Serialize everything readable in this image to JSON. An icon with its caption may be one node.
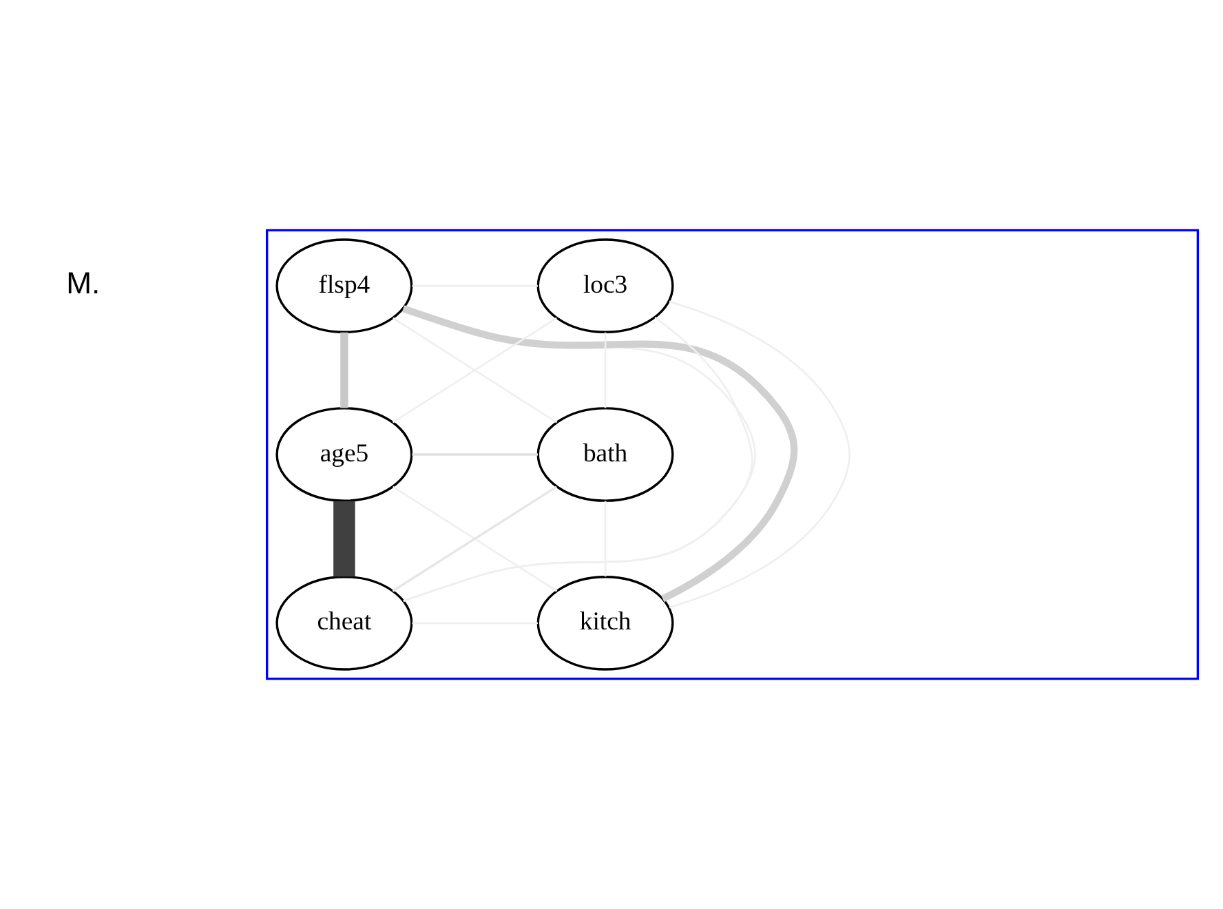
{
  "diagram": {
    "nodes": [
      {
        "text": [],
        "shape": "box"
      },
      {
        "text": [
          "flsp4"
        ],
        "in": 0
      },
      {
        "text": [
          "loc3"
        ],
        "in": 0
      },
      {
        "text": [
          "age5"
        ],
        "in": 0
      },
      {
        "text": [
          "bath"
        ],
        "in": 0
      },
      {
        "text": [
          "cheat"
        ],
        "in": 0
      },
      {
        "text": [
          "kitch"
        ],
        "in": 0
      }
    ],
    "edges": [
      {
        "from": 1,
        "to": 2,
        "arrow": "none"
      },
      {
        "from": 1,
        "to": 3,
        "arrow": "none",
        "style": "thick",
        "color": "#c8c8c8"
      },
      {
        "from": 1,
        "to": 4,
        "arrow": "none"
      },
      {
        "from": 1,
        "to": 5,
        "arrow": "none"
      },
      {
        "from": 1,
        "to": 6,
        "arrow": "none",
        "style": "thick",
        "color": "#d0d0d0"
      },
      {
        "from": 2,
        "to": 3,
        "arrow": "none"
      },
      {
        "from": 2,
        "to": 4,
        "arrow": "none"
      },
      {
        "from": 2,
        "to": 5,
        "arrow": "none"
      },
      {
        "from": 2,
        "to": 6,
        "arrow": "none"
      },
      {
        "from": 3,
        "to": 4,
        "arrow": "none",
        "color": "#e0e0e0"
      },
      {
        "from": 3,
        "to": 5,
        "arrow": "none",
        "style": "thick",
        "color": "#404040"
      },
      {
        "from": 3,
        "to": 6,
        "arrow": "none"
      },
      {
        "from": 4,
        "to": 5,
        "arrow": "none",
        "color": "#e6e6e6"
      },
      {
        "from": 4,
        "to": 6,
        "arrow": "none"
      },
      {
        "from": 5,
        "to": 6,
        "arrow": "none"
      }
    ],
    "labels": [
      "M."
    ]
  }
}
